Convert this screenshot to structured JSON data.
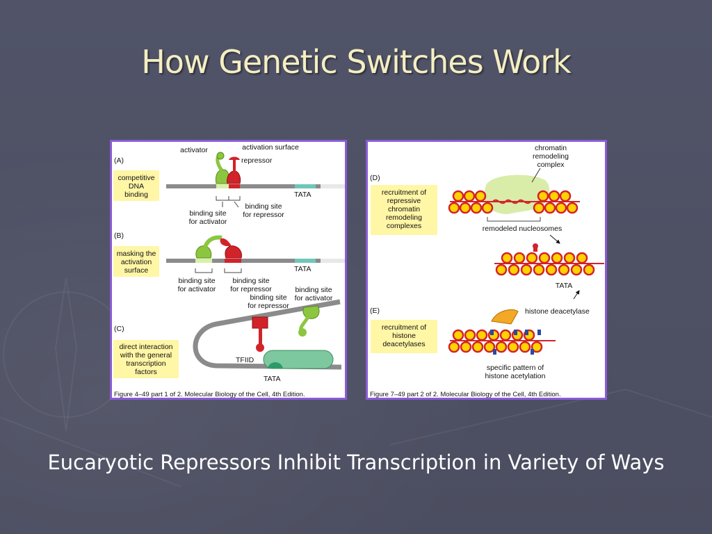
{
  "slide": {
    "title": "How Genetic Switches Work",
    "subtitle": "Eucaryotic Repressors Inhibit Transcription in Variety of Ways"
  },
  "left_figure": {
    "caption": "Figure 4–49 part 1 of 2. Molecular Biology of the Cell, 4th Edition.",
    "panel_a": {
      "letter": "(A)",
      "box": [
        "competitive",
        "DNA",
        "binding"
      ],
      "activator": "activator",
      "activation_surface": "activation surface",
      "repressor": "repressor",
      "tata": "TATA",
      "site_activator": [
        "binding site",
        "for activator"
      ],
      "site_repressor": [
        "binding site",
        "for repressor"
      ]
    },
    "panel_b": {
      "letter": "(B)",
      "box": [
        "masking the",
        "activation",
        "surface"
      ],
      "tata": "TATA",
      "site_activator": [
        "binding site",
        "for activator"
      ],
      "site_repressor": [
        "binding site",
        "for repressor"
      ]
    },
    "panel_c": {
      "letter": "(C)",
      "box": [
        "direct interaction",
        "with the general",
        "transcription",
        "factors"
      ],
      "site_repressor": [
        "binding site",
        "for repressor"
      ],
      "site_activator": [
        "binding site",
        "for activator"
      ],
      "tfiid": "TFIID",
      "tata": "TATA"
    }
  },
  "right_figure": {
    "caption": "Figure 7–49 part 2 of 2. Molecular Biology of the Cell, 4th Edition.",
    "panel_d": {
      "letter": "(D)",
      "box": [
        "recruitment of",
        "repressive",
        "chromatin",
        "remodeling",
        "complexes"
      ],
      "complex": [
        "chromatin",
        "remodeling",
        "complex"
      ],
      "remodeled": "remodeled nucleosomes",
      "tata": "TATA"
    },
    "panel_e": {
      "letter": "(E)",
      "box": [
        "recruitment of",
        "histone",
        "deacetylases"
      ],
      "deacetylase": "histone deacetylase",
      "pattern": [
        "specific pattern of",
        "histone acetylation"
      ]
    }
  },
  "colors": {
    "background": "#4e5064",
    "title": "#f4eec2",
    "panel_border": "#8a5cd6",
    "activator_green": "#8cc63f",
    "repressor_red": "#d2232a",
    "label_box": "#fff6a6",
    "nucleosome_fill": "#ffd200"
  }
}
